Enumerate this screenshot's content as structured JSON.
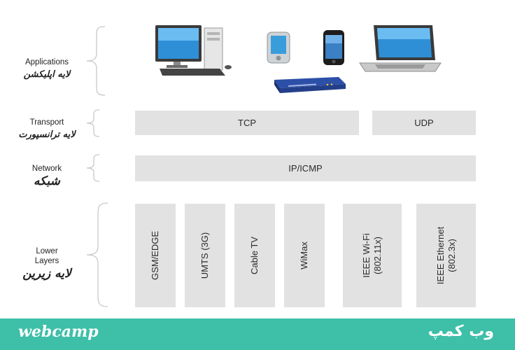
{
  "layers": {
    "applications": {
      "en": "Applications",
      "fa": "لایه اپلیکشن"
    },
    "transport": {
      "en": "Transport",
      "fa": "لایه ترانسپورت"
    },
    "network": {
      "en": "Network",
      "fa": "شبکه"
    },
    "lower": {
      "en_line1": "Lower",
      "en_line2": "Layers",
      "fa": "لایه زیرین"
    }
  },
  "protocols": {
    "tcp": "TCP",
    "udp": "UDP",
    "ip": "IP/ICMP",
    "lower": [
      {
        "line1": "GSM/EDGE",
        "line2": ""
      },
      {
        "line1": "UMTS (3G)",
        "line2": ""
      },
      {
        "line1": "Cable TV",
        "line2": ""
      },
      {
        "line1": "WiMax",
        "line2": ""
      },
      {
        "line1": "IEEE Wi-Fi",
        "line2": "(802.11x)"
      },
      {
        "line1": "IEEE Ethernet",
        "line2": "(802.3x)"
      }
    ]
  },
  "devices": [
    "desktop-computer-icon",
    "pda-icon",
    "smartphone-icon",
    "laptop-icon",
    "network-router-icon"
  ],
  "footer": {
    "brand_en": "webcamp",
    "brand_fa": "وب کمپ"
  },
  "colors": {
    "box": "#e2e2e2",
    "footer": "#3dbfa8",
    "brace": "#c8c8c8"
  }
}
